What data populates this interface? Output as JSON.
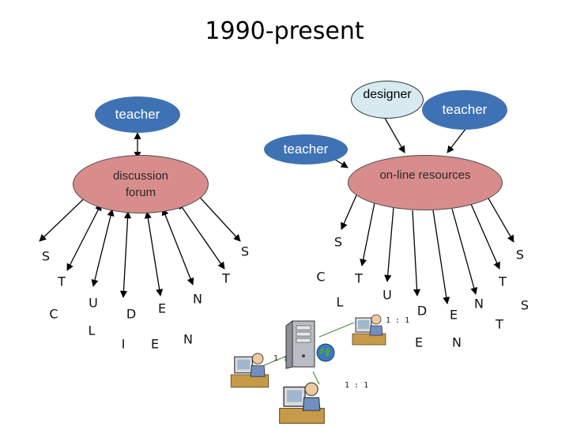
{
  "title": "1990-present",
  "nodes": {
    "teacher_left": "teacher",
    "teacher_right": "teacher",
    "teacher_center": "teacher",
    "designer": "designer",
    "discussion_forum": [
      "discussion",
      "forum"
    ],
    "online_resources": "on-line resources"
  },
  "ratio_labels": [
    "1 : 1",
    "1 : 1",
    "1 : 1"
  ],
  "left_letters": [
    "S",
    "T",
    "C",
    "U",
    "L",
    "D",
    "I",
    "E",
    "E",
    "N",
    "N",
    "T",
    "S"
  ],
  "right_letters": [
    "S",
    "C",
    "T",
    "L",
    "U",
    "D",
    "E",
    "E",
    "N",
    "N",
    "T",
    "T",
    "S",
    "S"
  ],
  "colors": {
    "teacher": "#3f72b5",
    "hub": "#d98c8c",
    "designer": "#d6eaf0"
  }
}
